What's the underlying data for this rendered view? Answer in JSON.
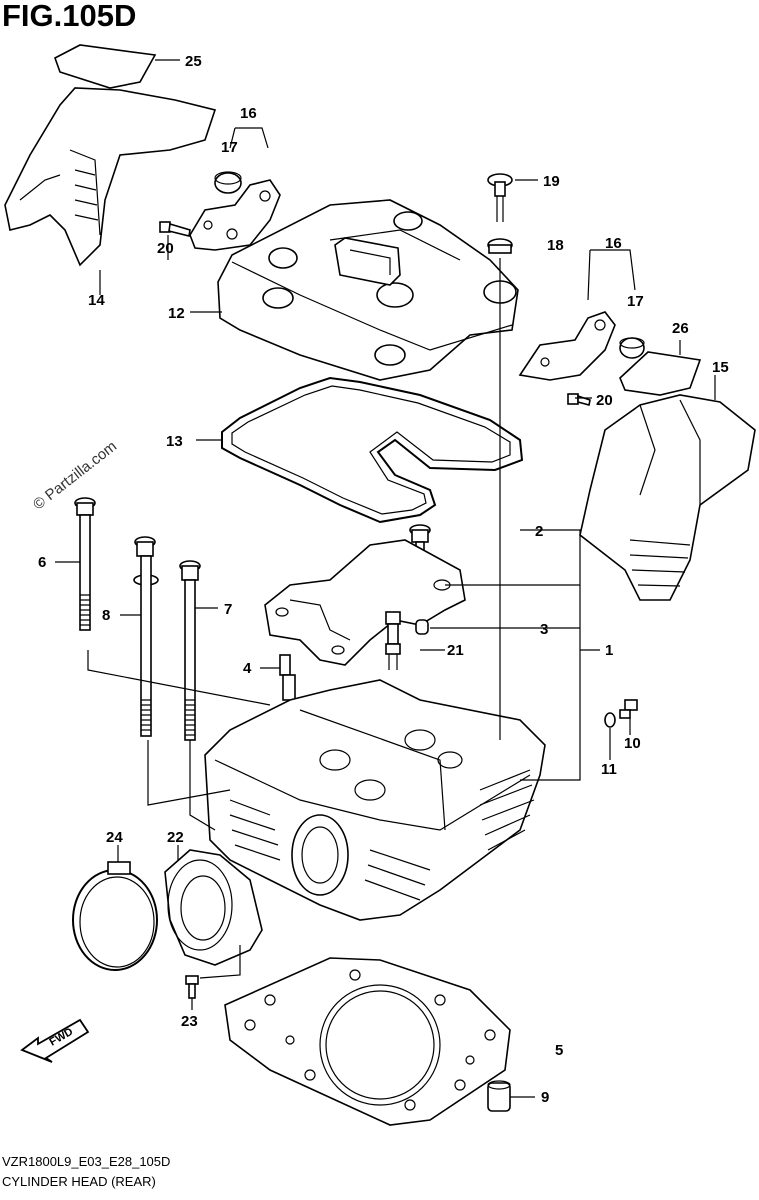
{
  "figure": {
    "title": "FIG.105D",
    "code": "VZR1800L9_E03_E28_105D",
    "caption": "CYLINDER HEAD (REAR)",
    "watermark": "© Partzilla.com",
    "fwd_label": "FWD"
  },
  "callouts": {
    "c1": "1",
    "c2": "2",
    "c3": "3",
    "c4": "4",
    "c5": "5",
    "c6": "6",
    "c7": "7",
    "c8": "8",
    "c9": "9",
    "c10": "10",
    "c11": "11",
    "c12": "12",
    "c13": "13",
    "c14": "14",
    "c15": "15",
    "c16a": "16",
    "c16b": "16",
    "c17a": "17",
    "c17b": "17",
    "c18": "18",
    "c19": "19",
    "c20a": "20",
    "c20b": "20",
    "c21": "21",
    "c22": "22",
    "c23": "23",
    "c24": "24",
    "c25": "25",
    "c26": "26"
  }
}
